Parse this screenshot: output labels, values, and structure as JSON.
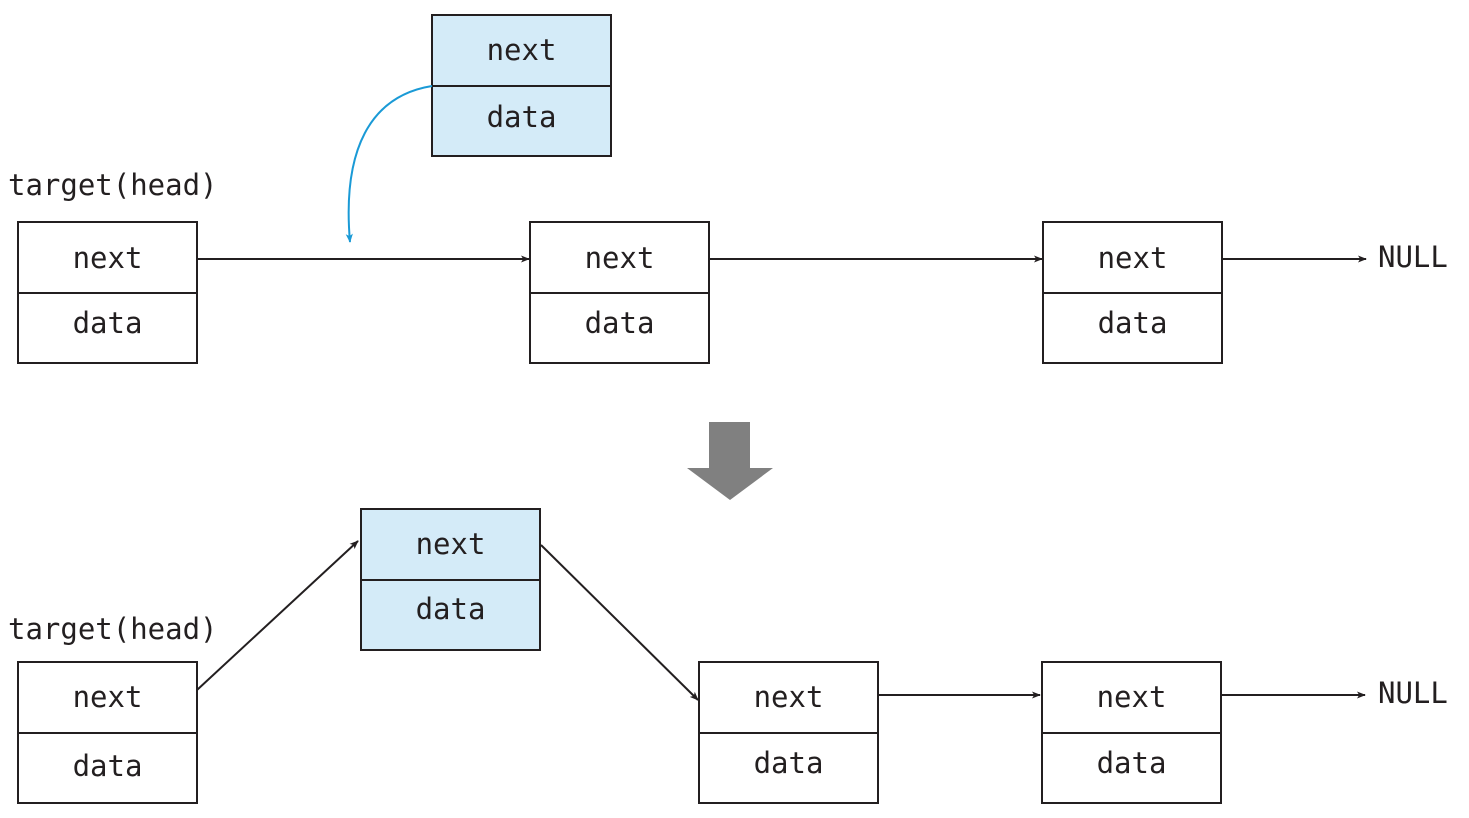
{
  "before": {
    "head_label": "target(head)",
    "nodes": [
      {
        "next": "next",
        "data": "data",
        "highlight": false
      },
      {
        "next": "next",
        "data": "data",
        "highlight": false
      },
      {
        "next": "next",
        "data": "data",
        "highlight": false
      }
    ],
    "new_node": {
      "next": "next",
      "data": "data",
      "highlight": true
    },
    "tail_label": "NULL"
  },
  "after": {
    "head_label": "target(head)",
    "nodes": [
      {
        "next": "next",
        "data": "data",
        "highlight": false
      },
      {
        "next": "next",
        "data": "data",
        "highlight": true
      },
      {
        "next": "next",
        "data": "data",
        "highlight": false
      },
      {
        "next": "next",
        "data": "data",
        "highlight": false
      }
    ],
    "tail_label": "NULL"
  },
  "colors": {
    "node_fill": "#ffffff",
    "new_node_fill": "#d4ebf8",
    "stroke": "#231f20",
    "insert_arrow": "#1a9ad6",
    "step_arrow": "#808080"
  }
}
